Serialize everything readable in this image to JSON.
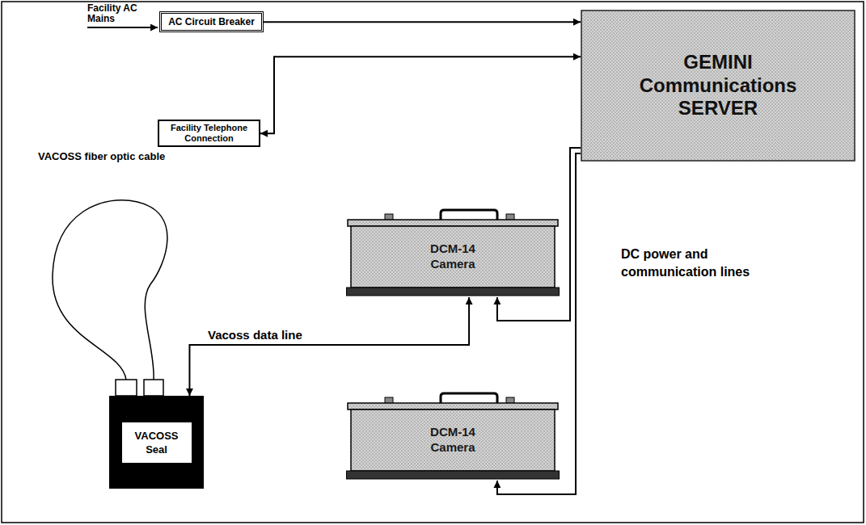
{
  "diagram": {
    "nodes": [
      {
        "text": [
          "AC Circuit Breaker"
        ]
      },
      {
        "text": [
          "GEMINI Communications SERVER"
        ]
      },
      {
        "text": [
          "Facility Telephone Connection"
        ]
      },
      {
        "text": [
          "DCM-14 Camera"
        ]
      },
      {
        "text": [
          "VACOSS Seal"
        ]
      },
      {
        "text": [
          "DCM-14 Camera"
        ]
      }
    ],
    "edges": [
      {
        "from": 0,
        "to": 1,
        "arrow": "to"
      },
      {
        "from": 1,
        "to": 2,
        "arrow": "both"
      },
      {
        "from": 1,
        "to": 3,
        "arrow": "to"
      },
      {
        "from": 1,
        "to": 5,
        "arrow": "to"
      },
      {
        "from": 3,
        "to": 4,
        "label": "Vacoss data line",
        "arrow": "both"
      }
    ],
    "labels": [
      "Facility AC Mains",
      "VACOSS fiber optic cable",
      "DC power and communication lines"
    ]
  }
}
